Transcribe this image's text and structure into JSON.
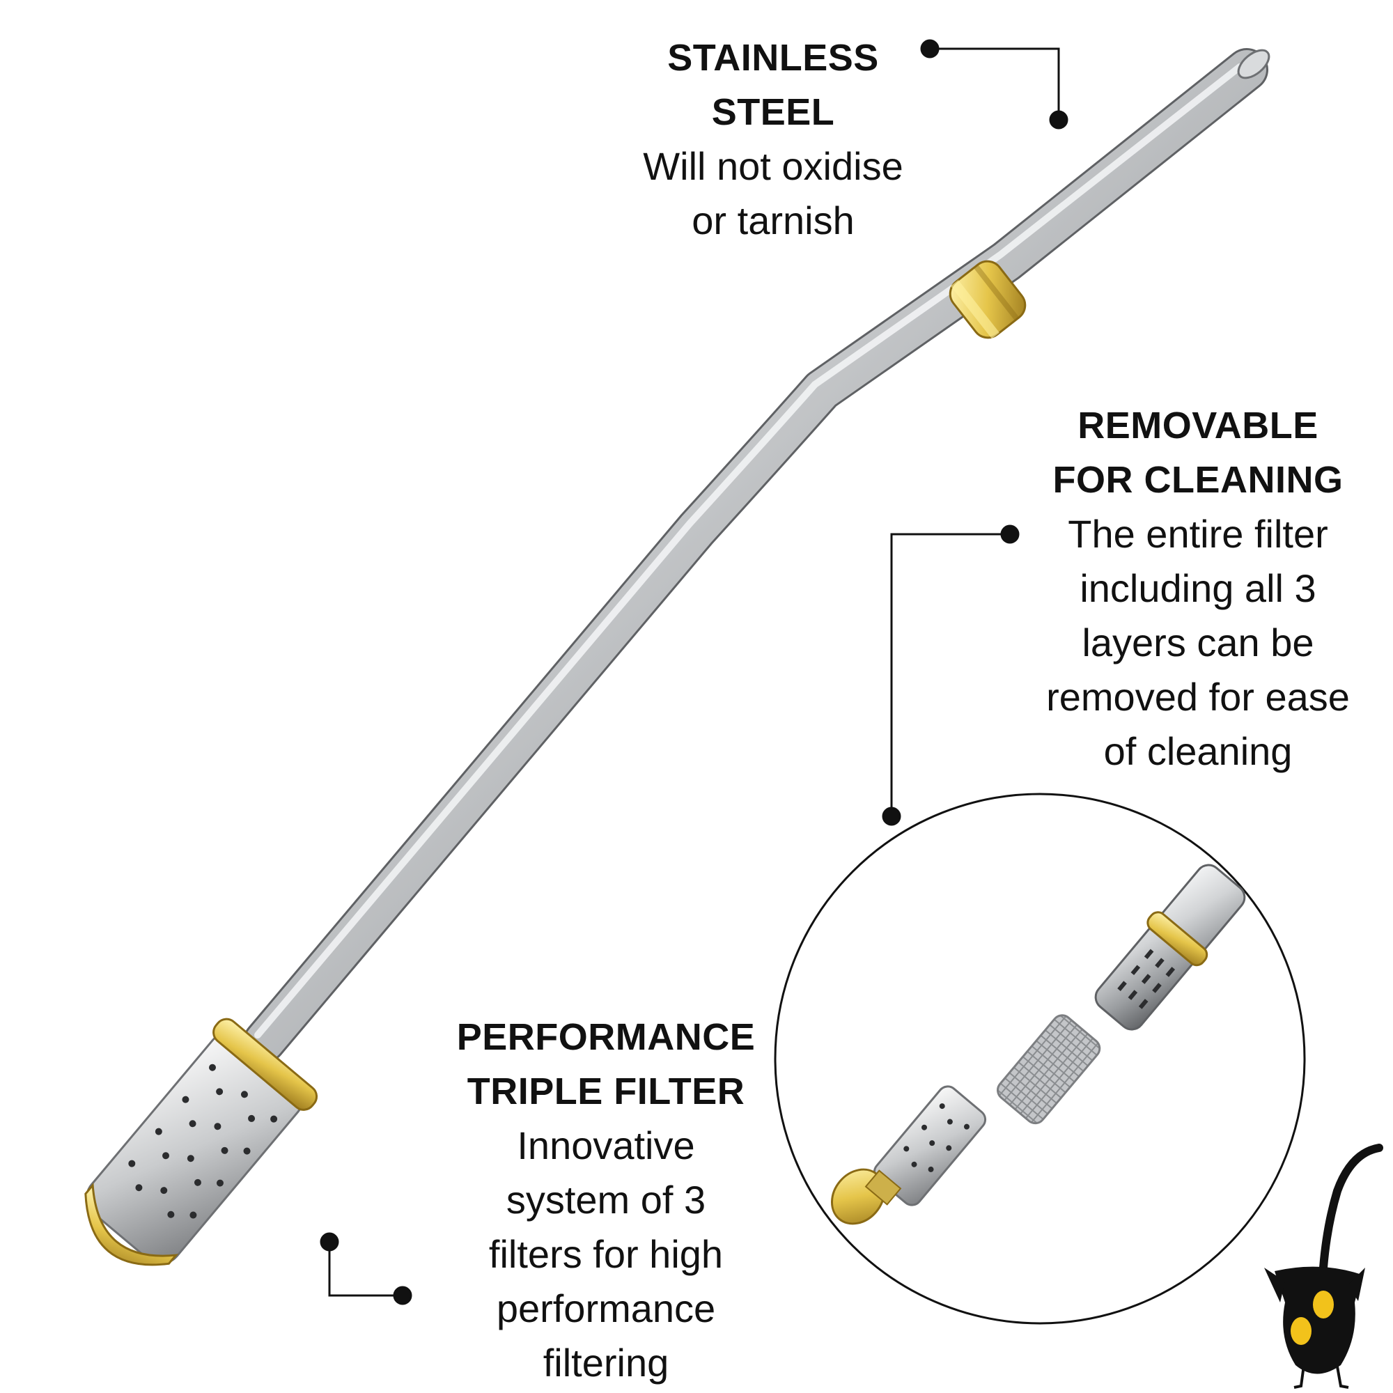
{
  "callouts": {
    "stainless_steel": {
      "title": [
        "STAINLESS",
        "STEEL"
      ],
      "body": [
        "Will not oxidise",
        "or tarnish"
      ]
    },
    "removable": {
      "title": [
        "REMOVABLE",
        "FOR CLEANING"
      ],
      "body": [
        "The entire filter",
        "including all 3",
        "layers can be",
        "removed for ease",
        "of cleaning"
      ]
    },
    "triple_filter": {
      "title": [
        "PERFORMANCE",
        "TRIPLE FILTER"
      ],
      "body": [
        "Innovative",
        "system of 3",
        "filters for high",
        "performance",
        "filtering"
      ]
    }
  },
  "colors": {
    "steel_light": "#e6e8ea",
    "steel_mid": "#b4b7ba",
    "steel_dark": "#6e7073",
    "brass_light": "#f3e07a",
    "brass_dark": "#b8952a",
    "line": "#111111",
    "logo_yellow": "#f2c21b"
  }
}
